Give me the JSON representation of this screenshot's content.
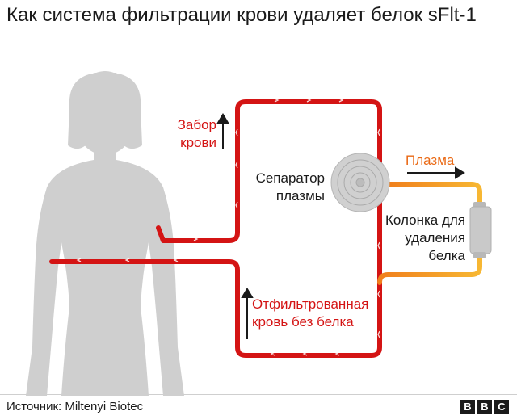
{
  "title": "Как система фильтрации крови удаляет белок sFlt-1",
  "labels": {
    "blood_draw": [
      "Забор",
      "крови"
    ],
    "plasma_separator": [
      "Сепаратор",
      "плазмы"
    ],
    "plasma": "Плазма",
    "column": [
      "Колонка для",
      "удаления",
      "белка"
    ],
    "filtered_blood": [
      "Отфильтрованная",
      "кровь без белка"
    ]
  },
  "footer": {
    "source": "Источник: Miltenyi Biotec",
    "logo_letters": [
      "B",
      "B",
      "C"
    ]
  },
  "colors": {
    "blood": "#d41414",
    "plasma": "#f5a623",
    "plasma_label": "#ea6a16",
    "silhouette": "#cfcfcf",
    "separator": "#c9c9c9"
  },
  "icons": [
    "human-silhouette-icon",
    "separator-disc-icon",
    "column-cartridge-icon",
    "arrow-up-icon",
    "arrow-right-icon"
  ]
}
